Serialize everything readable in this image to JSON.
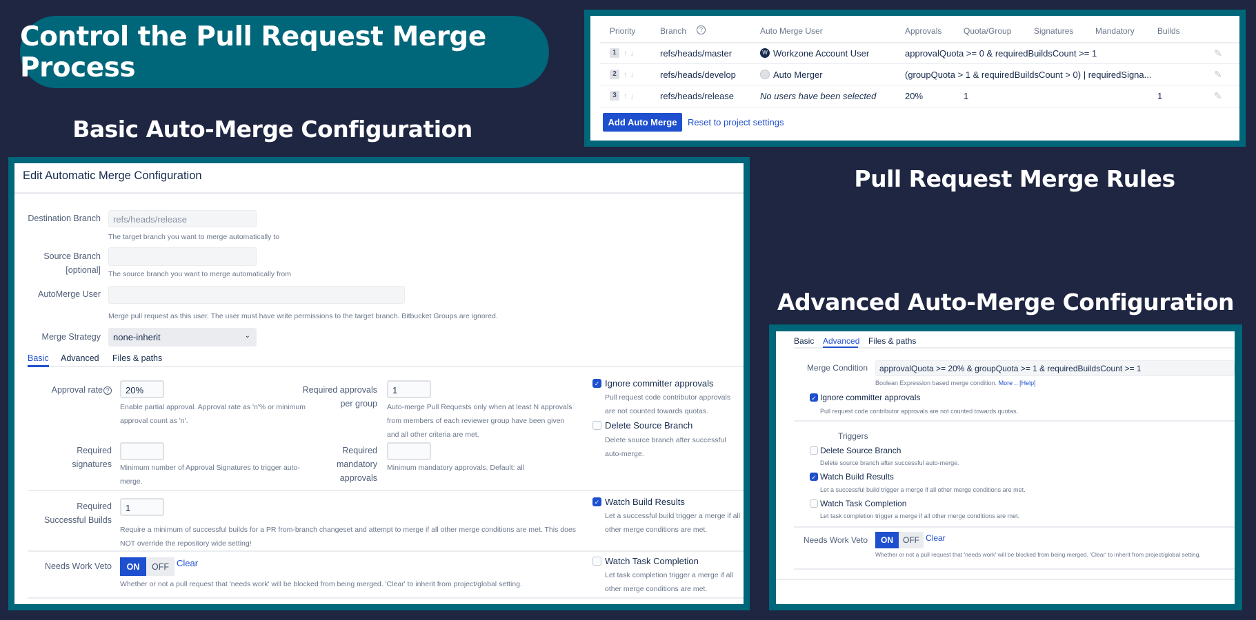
{
  "banner": {
    "title": "Control the Pull Request Merge Process"
  },
  "headings": {
    "basic": "Basic Auto-Merge Configuration",
    "rules": "Pull Request Merge Rules",
    "advanced": "Advanced Auto-Merge Configuration"
  },
  "rules_table": {
    "columns": [
      "Priority",
      "Branch",
      "Auto Merge User",
      "Approvals",
      "Quota/Group",
      "Signatures",
      "Mandatory",
      "Builds"
    ],
    "rows": [
      {
        "priority": "1",
        "branch": "refs/heads/master",
        "user": "Workzone Account User",
        "condition": "approvalQuota >= 0 & requiredBuildsCount >= 1"
      },
      {
        "priority": "2",
        "branch": "refs/heads/develop",
        "user": "Auto Merger",
        "condition": "(groupQuota > 1 & requiredBuildsCount > 0) | requiredSigna..."
      },
      {
        "priority": "3",
        "branch": "refs/heads/release",
        "user": "No users have been selected",
        "approvals": "20%",
        "quota": "1",
        "builds": "1"
      }
    ],
    "add_button": "Add Auto Merge",
    "reset_link": "Reset to project settings"
  },
  "basic_form": {
    "title": "Edit Automatic Merge Configuration",
    "destination": {
      "label": "Destination Branch",
      "value": "refs/heads/release",
      "help": "The target branch you want to merge automatically to"
    },
    "source": {
      "label1": "Source Branch",
      "label2": "[optional]",
      "value": "",
      "help": "The source branch you want to merge automatically from"
    },
    "user": {
      "label": "AutoMerge User",
      "value": "",
      "help": "Merge pull request as this user. The user must have write permissions to the target branch. Bitbucket Groups are ignored."
    },
    "strategy": {
      "label": "Merge Strategy",
      "value": "none-inherit"
    },
    "tabs": [
      "Basic",
      "Advanced",
      "Files & paths"
    ],
    "approval_rate": {
      "label": "Approval rate",
      "value": "20%",
      "help1": "Enable partial approval. Approval rate as 'n'% or minimum",
      "help2": "approval count as 'n'."
    },
    "per_group": {
      "label1": "Required approvals",
      "label2": "per group",
      "value": "1",
      "help1": "Auto-merge Pull Requests only when at least N approvals",
      "help2": "from members of each reviewer group have been given",
      "help3": "and all other criteria are met."
    },
    "signatures": {
      "label1": "Required",
      "label2": "signatures",
      "value": "",
      "help1": "Minimum number of Approval Signatures to trigger auto-",
      "help2": "merge."
    },
    "mandatory": {
      "label1": "Required",
      "label2": "mandatory",
      "label3": "approvals",
      "value": "",
      "help": "Minimum mandatory approvals. Default: all"
    },
    "builds": {
      "label1": "Required",
      "label2": "Successful Builds",
      "value": "1",
      "help1": "Require a minimum of successful builds for a PR from-branch changeset and attempt to merge if all other merge conditions are met. This does",
      "help2": "NOT override the repository wide setting!"
    },
    "veto": {
      "label": "Needs Work Veto",
      "on": "ON",
      "off": "OFF",
      "clear": "Clear",
      "help": "Whether or not a pull request that 'needs work' will be blocked from being merged. 'Clear' to inherit from project/global setting."
    },
    "ignore": {
      "label": "Ignore committer approvals",
      "checked": true,
      "help1": "Pull request code contributor approvals",
      "help2": "are not counted towards quotas."
    },
    "delete": {
      "label": "Delete Source Branch",
      "checked": false,
      "help1": "Delete source branch after successful",
      "help2": "auto-merge."
    },
    "watch_builds": {
      "label": "Watch Build Results",
      "checked": true,
      "help1": "Let a successful build trigger a merge if all",
      "help2": "other merge conditions are met."
    },
    "watch_tasks": {
      "label": "Watch Task Completion",
      "checked": false,
      "help1": "Let task completion trigger a merge if all",
      "help2": "other merge conditions are met."
    }
  },
  "advanced_form": {
    "tabs": [
      "Basic",
      "Advanced",
      "Files & paths"
    ],
    "condition": {
      "label": "Merge Condition",
      "value": "approvalQuota >= 20% & groupQuota >= 1 & requiredBuildsCount >= 1",
      "help": "Boolean Expression based merge condition.",
      "more": "More ..",
      "help_link": "[Help]"
    },
    "ignore": {
      "label": "Ignore committer approvals",
      "help": "Pull request code contributor approvals are not counted towards quotas."
    },
    "triggers": "Triggers",
    "delete": {
      "label": "Delete Source Branch",
      "help": "Delete source branch after successful auto-merge."
    },
    "watch_builds": {
      "label": "Watch Build Results",
      "help": "Let a successful build trigger a merge if all other merge conditions are met."
    },
    "watch_tasks": {
      "label": "Watch Task Completion",
      "help": "Let task completion trigger a merge if all other merge conditions are met."
    },
    "veto": {
      "label": "Needs Work Veto",
      "on": "ON",
      "off": "OFF",
      "clear": "Clear",
      "help": "Whether or not a pull request that 'needs work' will be blocked from being merged. 'Clear' to inherit from project/global setting."
    }
  },
  "colors": {
    "background": "#1e2642",
    "teal": "#00667a",
    "accent": "#1e4fcf"
  }
}
